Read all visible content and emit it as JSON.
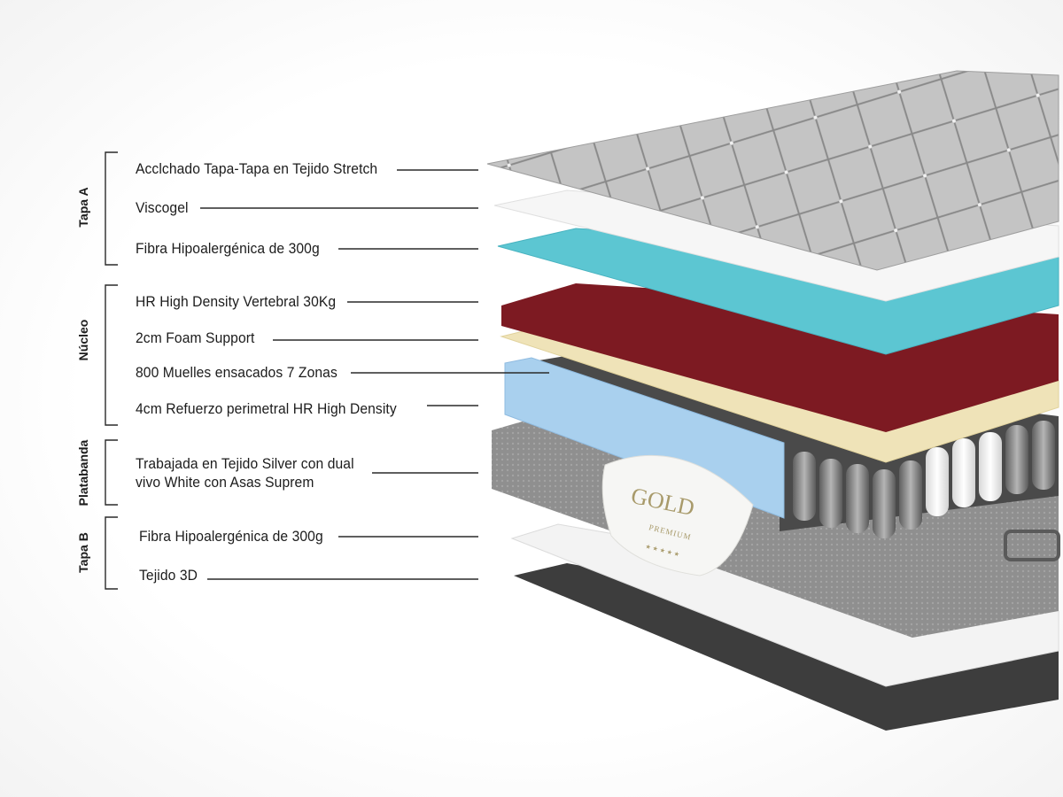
{
  "groups": [
    {
      "label": "Tapa A"
    },
    {
      "label": "Núcleo"
    },
    {
      "label": "Platabanda"
    },
    {
      "label": "Tapa B"
    }
  ],
  "layers": [
    {
      "label": "Acclchado Tapa-Tapa en Tejido Stretch"
    },
    {
      "label": "Viscogel"
    },
    {
      "label": "Fibra Hipoalergénica de 300g"
    },
    {
      "label": "HR High Density Vertebral 30Kg"
    },
    {
      "label": "2cm Foam Support"
    },
    {
      "label": "800 Muelles ensacados 7 Zonas"
    },
    {
      "label": "4cm Refuerzo perimetral HR High Density"
    },
    {
      "label": "Trabajada en Tejido Silver con dual vivo White con Asas Suprem"
    },
    {
      "label": "Fibra Hipoalergénica de 300g"
    },
    {
      "label": "Tejido 3D"
    }
  ],
  "badge": {
    "brand": "GOLD",
    "sub": "PREMIUM",
    "stars": "★★★★★"
  },
  "colors": {
    "quilted_top": "#bdbdbd",
    "viscogel": "#f4f4f4",
    "fiber_top": "#5cc6d2",
    "hr_foam": "#7d1a22",
    "foam_support": "#efe3b8",
    "perimeter": "#a9d0ee",
    "platabanda": "#8e8e8e",
    "fiber_bottom": "#f2f2f2",
    "tejido_3d": "#3d3d3d"
  }
}
